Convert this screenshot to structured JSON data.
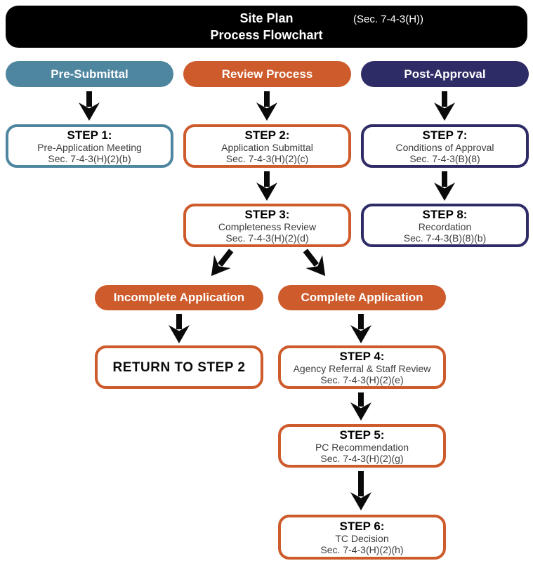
{
  "header": {
    "title_line1": "Site Plan",
    "section_ref": "(Sec. 7-4-3(H))",
    "title_line2": "Process Flowchart"
  },
  "phases": [
    {
      "label": "Pre-Submittal",
      "color": "#4e86a0"
    },
    {
      "label": "Review Process",
      "color": "#cd5b2b"
    },
    {
      "label": "Post-Approval",
      "color": "#2e2c66"
    }
  ],
  "branch_labels": {
    "incomplete": "Incomplete Application",
    "complete": "Complete Application",
    "return_to_step_2": "RETURN TO STEP 2"
  },
  "steps": [
    {
      "title": "STEP 1:",
      "name": "Pre-Application Meeting",
      "section": "Sec. 7-4-3(H)(2)(b)"
    },
    {
      "title": "STEP 2:",
      "name": "Application Submittal",
      "section": "Sec. 7-4-3(H)(2)(c)"
    },
    {
      "title": "STEP 3:",
      "name": "Completeness Review",
      "section": "Sec. 7-4-3(H)(2)(d)"
    },
    {
      "title": "STEP 4:",
      "name": "Agency Referral & Staff Review",
      "section": "Sec. 7-4-3(H)(2)(e)"
    },
    {
      "title": "STEP 5:",
      "name": "PC Recommendation",
      "section": "Sec. 7-4-3(H)(2)(g)"
    },
    {
      "title": "STEP 6:",
      "name": "TC Decision",
      "section": "Sec. 7-4-3(H)(2)(h)"
    },
    {
      "title": "STEP 7:",
      "name": "Conditions of Approval",
      "section": "Sec. 7-4-3(B)(8)"
    },
    {
      "title": "STEP 8:",
      "name": "Recordation",
      "section": "Sec. 7-4-3(B)(8)(b)"
    }
  ],
  "colors": {
    "header_bg": "#000000",
    "pre_submittal": "#4e86a0",
    "review_process": "#cd5b2b",
    "post_approval": "#2e2c66",
    "arrow": "#0a0a0a"
  }
}
